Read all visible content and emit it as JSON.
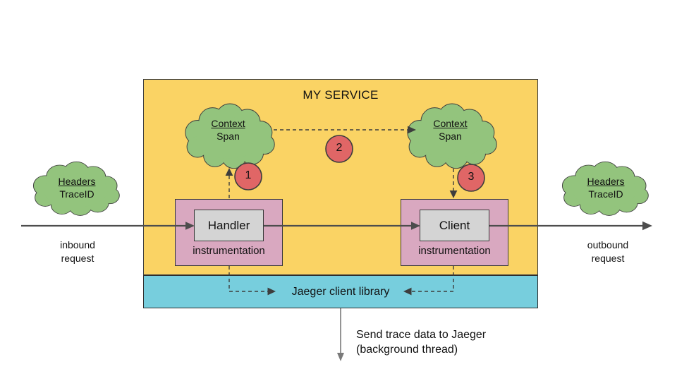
{
  "service": {
    "title": "MY SERVICE"
  },
  "handler": {
    "title": "Handler",
    "subtitle": "instrumentation"
  },
  "client": {
    "title": "Client",
    "subtitle": "instrumentation"
  },
  "jaeger": {
    "label": "Jaeger client library"
  },
  "clouds": {
    "handler_context": {
      "line1": "Context",
      "line2": "Span"
    },
    "client_context": {
      "line1": "Context",
      "line2": "Span"
    },
    "inbound_headers": {
      "line1": "Headers",
      "line2": "TraceID"
    },
    "outbound_headers": {
      "line1": "Headers",
      "line2": "TraceID"
    }
  },
  "steps": {
    "one": "1",
    "two": "2",
    "three": "3"
  },
  "flow_labels": {
    "inbound": {
      "line1": "inbound",
      "line2": "request"
    },
    "outbound": {
      "line1": "outbound",
      "line2": "request"
    }
  },
  "note": {
    "line1": "Send trace data to Jaeger",
    "line2": "(background thread)"
  },
  "colors": {
    "service_fill": "#FAD364",
    "jaeger_fill": "#77CEDD",
    "cloud_fill": "#93C47D",
    "instrumentation_fill": "#D9A8C0",
    "component_fill": "#D4D4D4",
    "step_fill": "#E06666",
    "outline": "#3D3D3D",
    "arrow": "#4D4D4D"
  }
}
